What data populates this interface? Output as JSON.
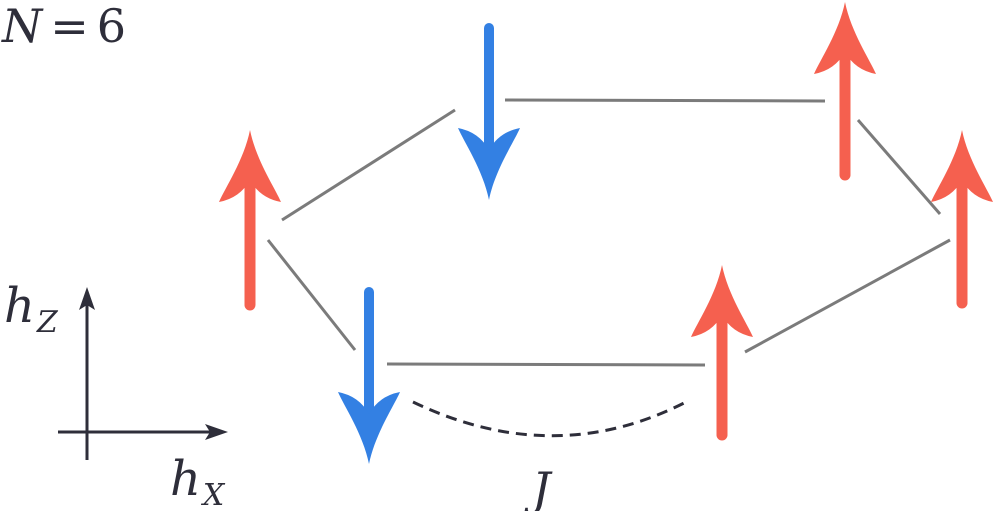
{
  "title": {
    "symbol": "N",
    "equals": "=",
    "value": "6"
  },
  "axes": {
    "vertical": {
      "base": "h",
      "subscript": "Z"
    },
    "horizontal": {
      "base": "h",
      "subscript": "X"
    }
  },
  "coupling_label": "J",
  "spins": [
    {
      "id": 1,
      "state": "up"
    },
    {
      "id": 2,
      "state": "down"
    },
    {
      "id": 3,
      "state": "up"
    },
    {
      "id": 4,
      "state": "up"
    },
    {
      "id": 5,
      "state": "up"
    },
    {
      "id": 6,
      "state": "down"
    }
  ],
  "colors": {
    "spin_up": "#f5604f",
    "spin_down": "#3380e3",
    "bond": "#7b7b7b",
    "axis": "#2e2e3a",
    "text": "#2e2e3a"
  }
}
